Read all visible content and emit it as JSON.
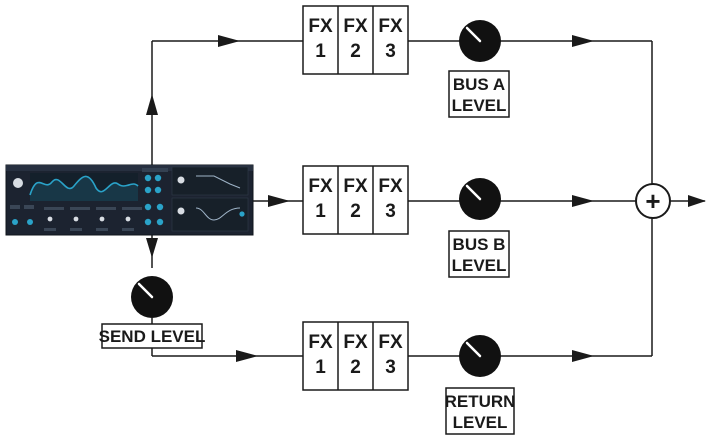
{
  "fx_rack_labels": {
    "fx1_top": "FX",
    "fx1_bottom": "1",
    "fx2_top": "FX",
    "fx2_bottom": "2",
    "fx3_top": "FX",
    "fx3_bottom": "3"
  },
  "labels": {
    "bus_a_line1": "BUS A",
    "bus_a_line2": "LEVEL",
    "bus_b_line1": "BUS B",
    "bus_b_line2": "LEVEL",
    "send_level": "SEND LEVEL",
    "return_line1": "RETURN",
    "return_line2": "LEVEL"
  },
  "summing_symbol": "+",
  "colors": {
    "line": "#1a1a1a",
    "knob": "#111111",
    "synth_bg": "#1c2330",
    "synth_accent": "#2aa3c9"
  },
  "icons": {
    "knob": "knob-icon",
    "summing": "summing-junction-icon",
    "synth": "synth-plugin-thumbnail"
  }
}
